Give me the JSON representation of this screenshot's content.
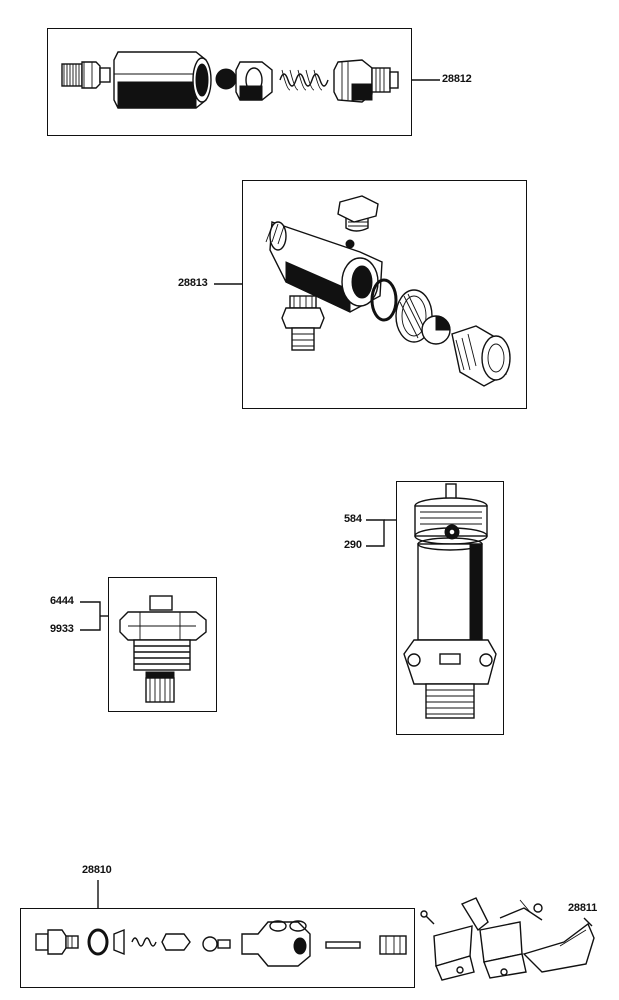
{
  "callouts": {
    "assembly_top": "28812",
    "assembly_mid": "28813",
    "valve_small_a": "6444",
    "valve_small_b": "9933",
    "valve_tall_a": "584",
    "valve_tall_b": "290",
    "assembly_bottom": "28810",
    "bracket_assembly": "28811"
  }
}
